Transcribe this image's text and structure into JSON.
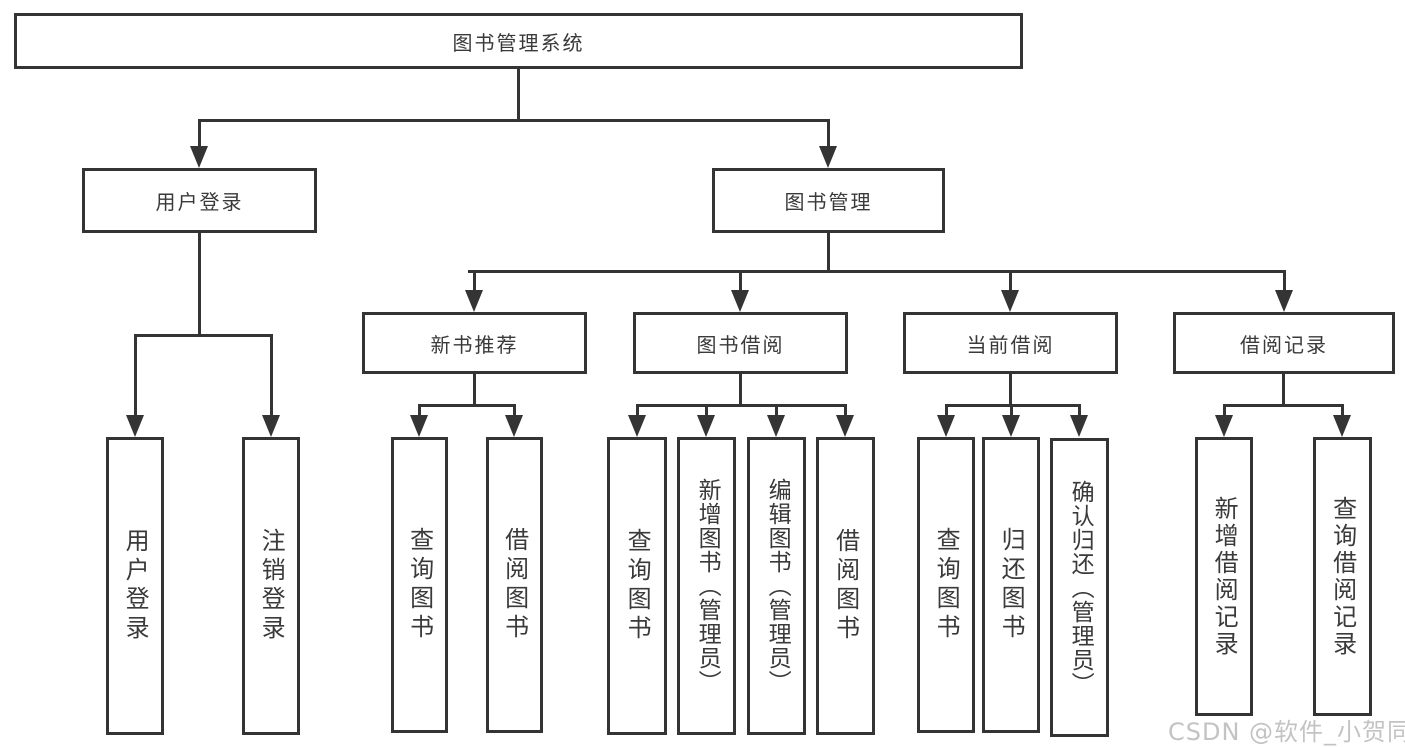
{
  "tree": {
    "root": {
      "label": "图书管理系统"
    },
    "branches": [
      {
        "label": "用户登录",
        "children": [
          {
            "label": "用户登录"
          },
          {
            "label": "注销登录"
          }
        ]
      },
      {
        "label": "图书管理",
        "children": [
          {
            "label": "新书推荐",
            "children": [
              {
                "label": "查询图书"
              },
              {
                "label": "借阅图书"
              }
            ]
          },
          {
            "label": "图书借阅",
            "children": [
              {
                "label": "查询图书"
              },
              {
                "label": "新增图书（管理员）"
              },
              {
                "label": "编辑图书（管理员）"
              },
              {
                "label": "借阅图书"
              }
            ]
          },
          {
            "label": "当前借阅",
            "children": [
              {
                "label": "查询图书"
              },
              {
                "label": "归还图书"
              },
              {
                "label": "确认归还（管理员）"
              }
            ]
          },
          {
            "label": "借阅记录",
            "children": [
              {
                "label": "新增借阅记录"
              },
              {
                "label": "查询借阅记录"
              }
            ]
          }
        ]
      }
    ]
  },
  "watermark": "CSDN @软件_小贺同学"
}
